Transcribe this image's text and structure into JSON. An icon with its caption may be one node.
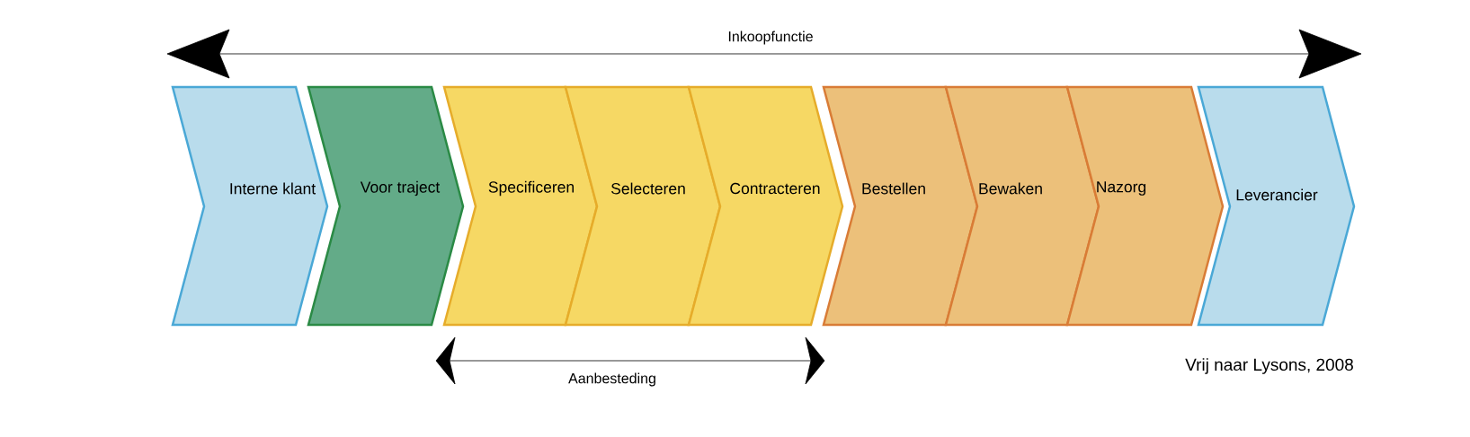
{
  "diagram": {
    "nodes": [
      {
        "text": [
          "Interne klant"
        ]
      },
      {
        "text": [
          "Voor traject"
        ]
      },
      {
        "text": [
          "Specificeren"
        ]
      },
      {
        "text": [
          "Selecteren"
        ]
      },
      {
        "text": [
          "Contracteren"
        ]
      },
      {
        "text": [
          "Bestellen"
        ]
      },
      {
        "text": [
          "Bewaken"
        ]
      },
      {
        "text": [
          "Nazorg"
        ]
      },
      {
        "text": [
          "Leverancier"
        ]
      }
    ],
    "labels": [
      "Inkoopfunctie",
      "Aanbesteding",
      "Vrij naar Lysons, 2008"
    ]
  }
}
